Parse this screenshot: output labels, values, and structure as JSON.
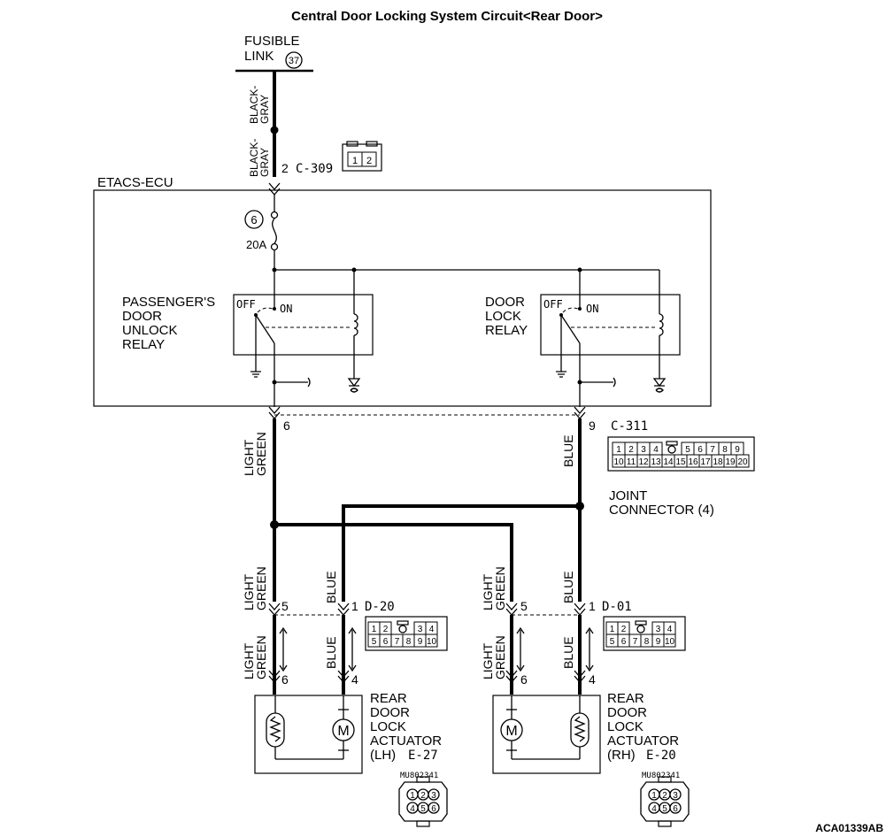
{
  "title": "Central Door Locking System Circuit<Rear Door>",
  "figure_code": "ACA01339AB",
  "fusible_link": {
    "line1": "FUSIBLE",
    "line2": "LINK",
    "number": "37"
  },
  "ecu": {
    "name": "ETACS-ECU",
    "fuse_number": "6",
    "fuse_rating": "20A"
  },
  "relays": {
    "unlock": {
      "line1": "PASSENGER'S",
      "line2": "DOOR",
      "line3": "UNLOCK",
      "line4": "RELAY",
      "off": "OFF",
      "on": "ON"
    },
    "lock": {
      "line1": "DOOR",
      "line2": "LOCK",
      "line3": "RELAY",
      "off": "OFF",
      "on": "ON"
    }
  },
  "connectors": {
    "c309": {
      "pin": "2",
      "id": "C-309",
      "pins": [
        "1",
        "2"
      ]
    },
    "c311": {
      "pin_left": "6",
      "pin_right": "9",
      "id": "C-311",
      "row1": [
        "1",
        "2",
        "3",
        "4",
        "5",
        "6",
        "7",
        "8",
        "9"
      ],
      "row2": [
        "10",
        "11",
        "12",
        "13",
        "14",
        "15",
        "16",
        "17",
        "18",
        "19",
        "20"
      ]
    },
    "d20": {
      "pin_a": "5",
      "pin_b": "1",
      "id": "D-20",
      "row1": [
        "1",
        "2",
        "3",
        "4"
      ],
      "row2": [
        "5",
        "6",
        "7",
        "8",
        "9",
        "10"
      ]
    },
    "d01": {
      "pin_a": "5",
      "pin_b": "1",
      "id": "D-01",
      "row1": [
        "1",
        "2",
        "3",
        "4"
      ],
      "row2": [
        "5",
        "6",
        "7",
        "8",
        "9",
        "10"
      ]
    },
    "lh_pin_a": "6",
    "lh_pin_b": "4",
    "rh_pin_a": "6",
    "rh_pin_b": "4"
  },
  "wires": {
    "black_gray_1": "BLACK-",
    "black_gray_2": "GRAY",
    "light_green_1": "LIGHT",
    "light_green_2": "GREEN",
    "blue": "BLUE"
  },
  "joint_connector": {
    "line1": "JOINT",
    "line2": "CONNECTOR (4)"
  },
  "actuators": {
    "lh": {
      "line1": "REAR",
      "line2": "DOOR",
      "line3": "LOCK",
      "line4": "ACTUATOR",
      "line5": "(LH)",
      "id": "E-27"
    },
    "rh": {
      "line1": "REAR",
      "line2": "DOOR",
      "line3": "LOCK",
      "line4": "ACTUATOR",
      "line5": "(RH)",
      "id": "E-20"
    }
  },
  "part_number": "MU802341",
  "actuator_pins": [
    "1",
    "2",
    "3",
    "4",
    "5",
    "6"
  ],
  "motor_label": "M"
}
